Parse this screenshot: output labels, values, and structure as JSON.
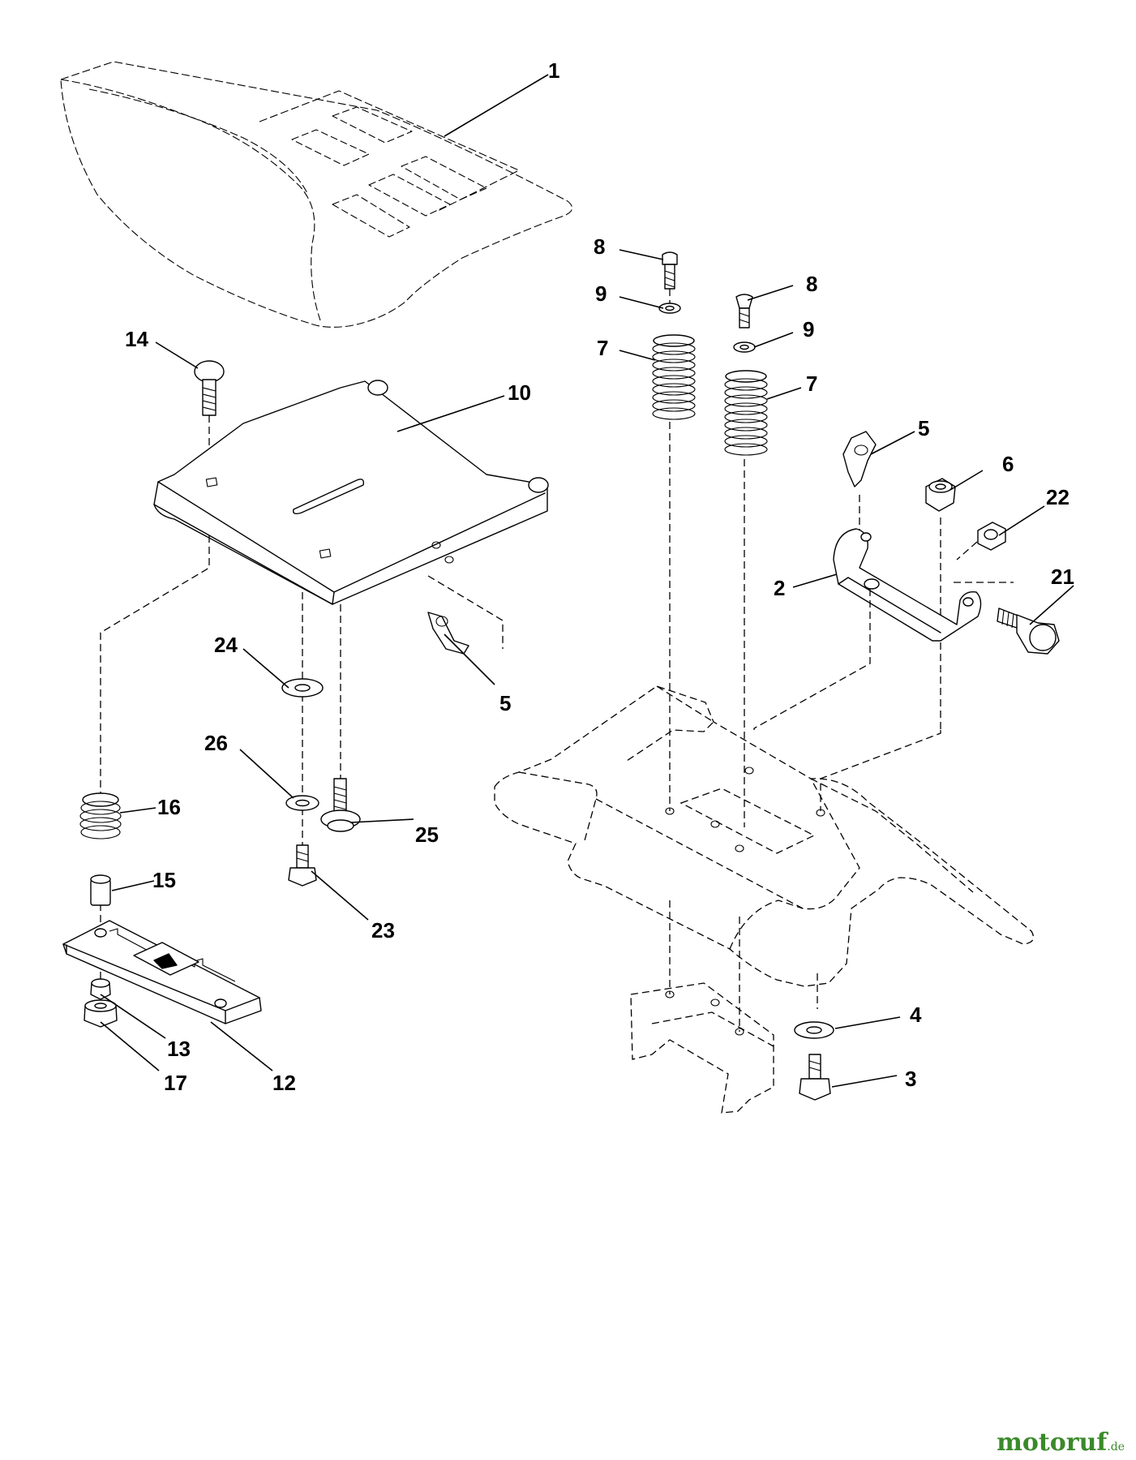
{
  "labels": [
    {
      "key": "p1",
      "text": "1"
    },
    {
      "key": "p14",
      "text": "14"
    },
    {
      "key": "p10",
      "text": "10"
    },
    {
      "key": "p8a",
      "text": "8"
    },
    {
      "key": "p9a",
      "text": "9"
    },
    {
      "key": "p7a",
      "text": "7"
    },
    {
      "key": "p8b",
      "text": "8"
    },
    {
      "key": "p9b",
      "text": "9"
    },
    {
      "key": "p7b",
      "text": "7"
    },
    {
      "key": "p5a",
      "text": "5"
    },
    {
      "key": "p6",
      "text": "6"
    },
    {
      "key": "p22",
      "text": "22"
    },
    {
      "key": "p2",
      "text": "2"
    },
    {
      "key": "p21",
      "text": "21"
    },
    {
      "key": "p5b",
      "text": "5"
    },
    {
      "key": "p24",
      "text": "24"
    },
    {
      "key": "p26",
      "text": "26"
    },
    {
      "key": "p25",
      "text": "25"
    },
    {
      "key": "p16",
      "text": "16"
    },
    {
      "key": "p15",
      "text": "15"
    },
    {
      "key": "p23",
      "text": "23"
    },
    {
      "key": "p13",
      "text": "13"
    },
    {
      "key": "p17",
      "text": "17"
    },
    {
      "key": "p12",
      "text": "12"
    },
    {
      "key": "p4",
      "text": "4"
    },
    {
      "key": "p3",
      "text": "3"
    }
  ],
  "watermark": {
    "brand": "motoruf",
    "tld": ".de",
    "color": "#3a8a2a"
  }
}
